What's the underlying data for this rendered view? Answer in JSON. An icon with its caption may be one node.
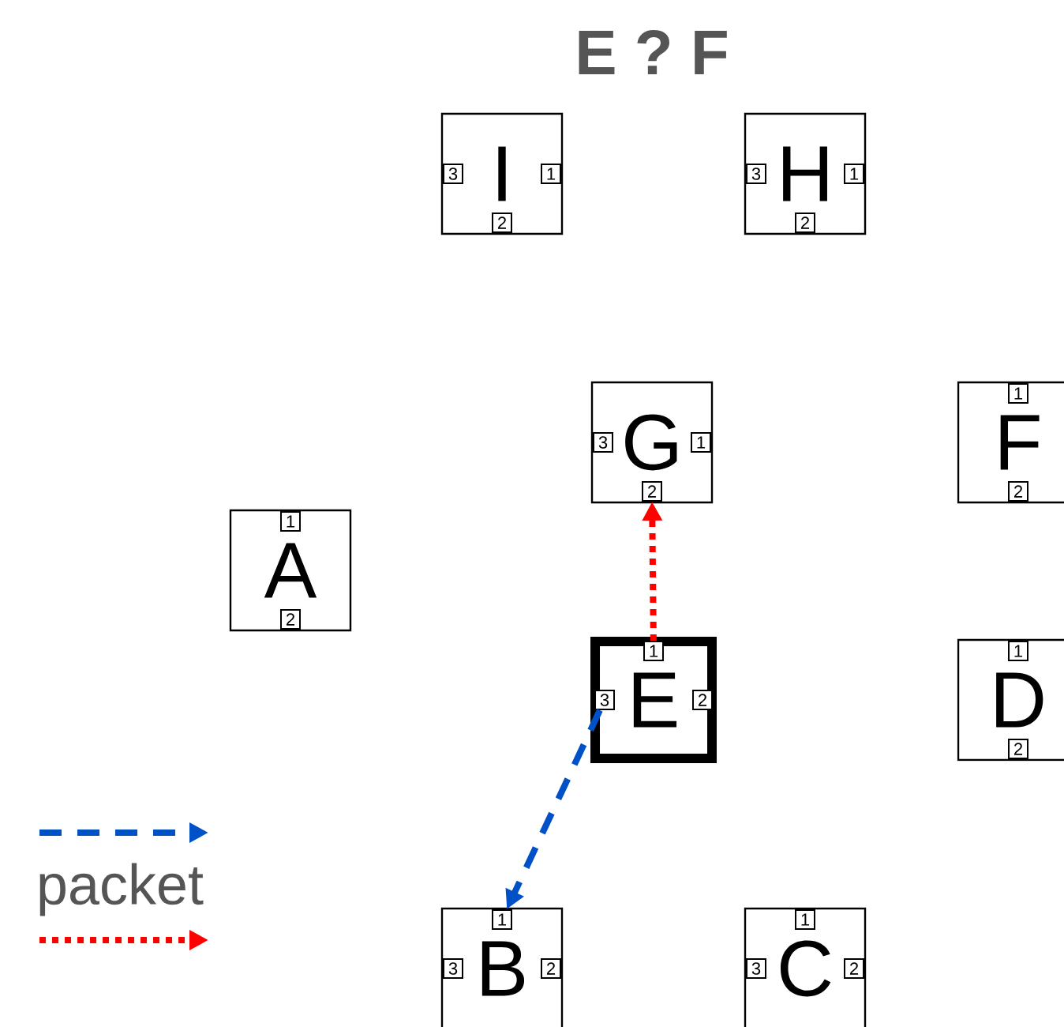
{
  "diagram": {
    "title": "E ? F",
    "nodes": [
      {
        "text": [
          "I"
        ]
      },
      {
        "text": [
          "3"
        ],
        "in": 0
      },
      {
        "text": [
          "1"
        ],
        "in": 0
      },
      {
        "text": [
          "2"
        ],
        "in": 0
      },
      {
        "text": [
          "H"
        ]
      },
      {
        "text": [
          "3"
        ],
        "in": 4
      },
      {
        "text": [
          "1"
        ],
        "in": 4
      },
      {
        "text": [
          "2"
        ],
        "in": 4
      },
      {
        "text": [
          "G"
        ]
      },
      {
        "text": [
          "3"
        ],
        "in": 8
      },
      {
        "text": [
          "1"
        ],
        "in": 8
      },
      {
        "text": [
          "2"
        ],
        "in": 8
      },
      {
        "text": [
          "F"
        ]
      },
      {
        "text": [
          "1"
        ],
        "in": 12
      },
      {
        "text": [
          "2"
        ],
        "in": 12
      },
      {
        "text": [
          "A"
        ]
      },
      {
        "text": [
          "1"
        ],
        "in": 15
      },
      {
        "text": [
          "2"
        ],
        "in": 15
      },
      {
        "text": [
          "E"
        ]
      },
      {
        "text": [
          "1"
        ],
        "in": 18
      },
      {
        "text": [
          "3"
        ],
        "in": 18
      },
      {
        "text": [
          "2"
        ],
        "in": 18
      },
      {
        "text": [
          "D"
        ]
      },
      {
        "text": [
          "1"
        ],
        "in": 22
      },
      {
        "text": [
          "2"
        ],
        "in": 22
      },
      {
        "text": [
          "B"
        ]
      },
      {
        "text": [
          "1"
        ],
        "in": 25
      },
      {
        "text": [
          "3"
        ],
        "in": 25
      },
      {
        "text": [
          "2"
        ],
        "in": 25
      },
      {
        "text": [
          "C"
        ]
      },
      {
        "text": [
          "1"
        ],
        "in": 29
      },
      {
        "text": [
          "3"
        ],
        "in": 29
      },
      {
        "text": [
          "2"
        ],
        "in": 29
      }
    ],
    "edges": [
      {
        "from": 20,
        "to": 26,
        "arrow": "to",
        "style": "dashed",
        "color": "#0050c8"
      },
      {
        "from": 19,
        "to": 11,
        "arrow": "to",
        "style": "dashed",
        "color": "#ff0000"
      }
    ],
    "legend": [
      {
        "text": "packet"
      }
    ]
  }
}
